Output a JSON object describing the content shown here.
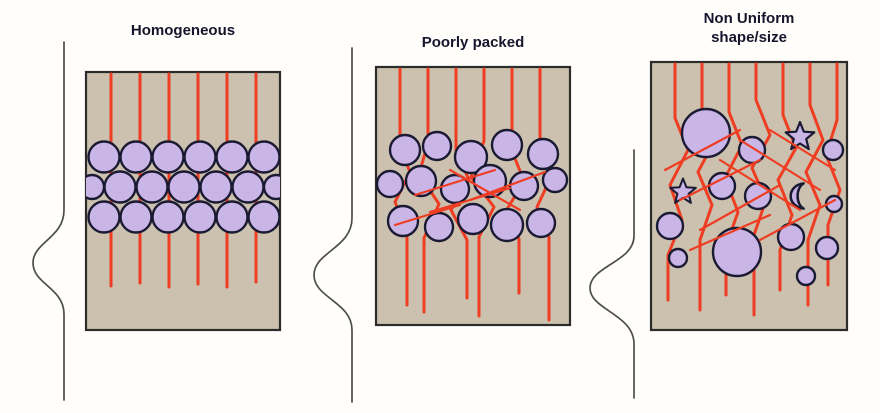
{
  "figure": {
    "panels": [
      {
        "id": "homogeneous",
        "title": "Homogeneous"
      },
      {
        "id": "poorly-packed",
        "title": "Poorly packed"
      },
      {
        "id": "non-uniform",
        "title": "Non Uniform shape/size"
      }
    ],
    "colors": {
      "background": "#fffefb",
      "bed_fill": "#ccc1ae",
      "bed_border": "#2b2b2b",
      "particle_fill": "#cab5e7",
      "particle_border": "#1a1a33",
      "flow_line": "#ee3d23",
      "peak_curve": "#4d4d4d"
    }
  }
}
